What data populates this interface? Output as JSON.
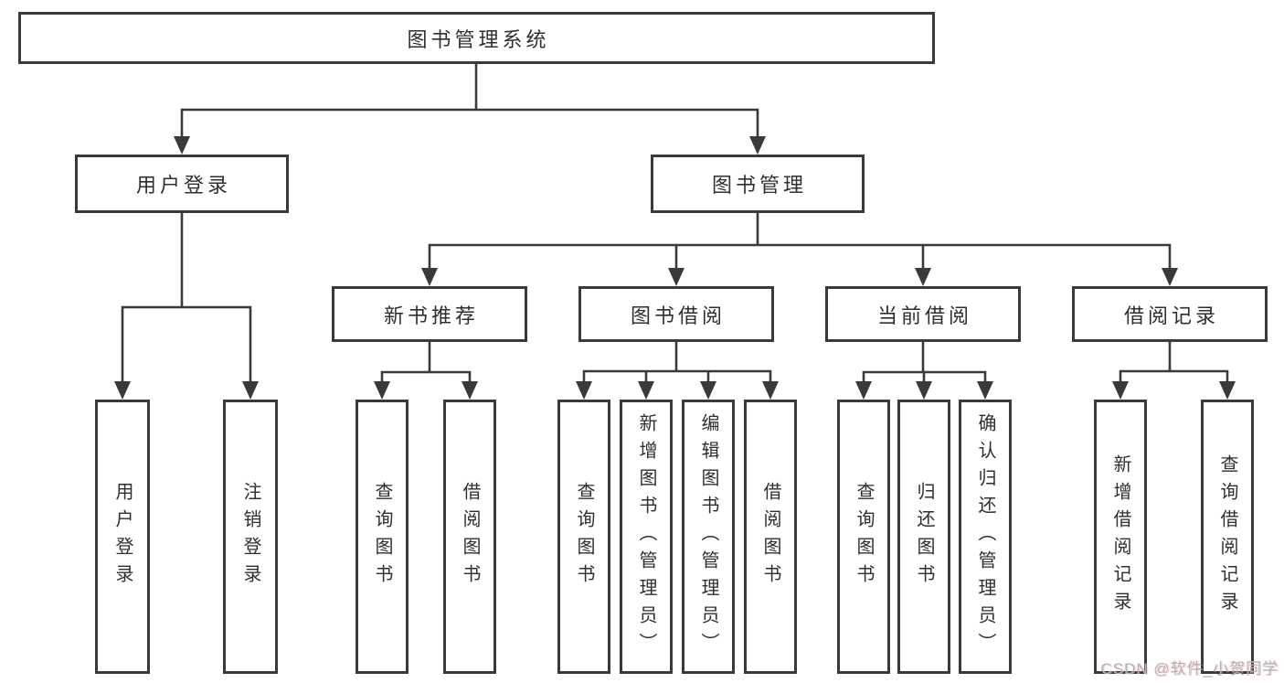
{
  "colors": {
    "line": "#3a3a3a",
    "box_border": "#3a3a3a",
    "text": "#2f2f2f",
    "background": "#ffffff",
    "watermark_text": "#b3b3b3",
    "watermark_shadow": "#f6a6a6"
  },
  "tree": {
    "root": {
      "label": "图书管理系统"
    },
    "branches": [
      {
        "label": "用户登录",
        "children": [
          {
            "label": "用户登录"
          },
          {
            "label": "注销登录"
          }
        ]
      },
      {
        "label": "图书管理",
        "sections": [
          {
            "label": "新书推荐",
            "children": [
              {
                "label": "查询图书"
              },
              {
                "label": "借阅图书"
              }
            ]
          },
          {
            "label": "图书借阅",
            "children": [
              {
                "label": "查询图书"
              },
              {
                "label": "新增图书（管理员）"
              },
              {
                "label": "编辑图书（管理员）"
              },
              {
                "label": "借阅图书"
              }
            ]
          },
          {
            "label": "当前借阅",
            "children": [
              {
                "label": "查询图书"
              },
              {
                "label": "归还图书"
              },
              {
                "label": "确认归还（管理员）"
              }
            ]
          },
          {
            "label": "借阅记录",
            "children": [
              {
                "label": "新增借阅记录"
              },
              {
                "label": "查询借阅记录"
              }
            ]
          }
        ]
      }
    ]
  },
  "watermark": {
    "text": "CSDN @软件_小贺同学"
  }
}
